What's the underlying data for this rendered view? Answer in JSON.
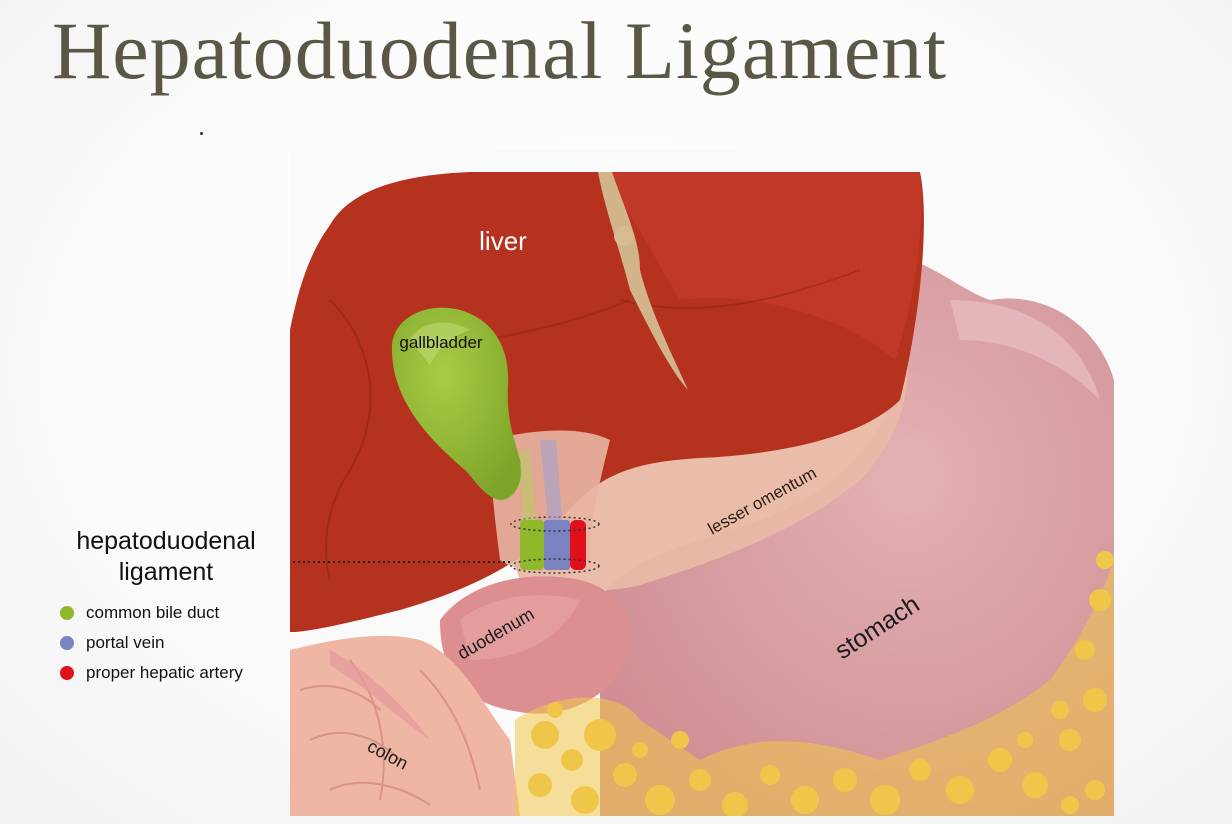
{
  "title": "Hepatoduodenal Ligament",
  "labels": {
    "liver": "liver",
    "gallbladder": "gallbladder",
    "lesser_omentum": "lesser omentum",
    "duodenum": "duodenum",
    "stomach": "stomach",
    "colon": "colon"
  },
  "ligament_label": {
    "line1": "hepatoduodenal",
    "line2": "ligament"
  },
  "legend": [
    {
      "label": "common bile duct",
      "color": "#8fb82a"
    },
    {
      "label": "portal vein",
      "color": "#7a82c0"
    },
    {
      "label": "proper hepatic artery",
      "color": "#e0101a"
    }
  ],
  "colors": {
    "liver": "#b5321f",
    "gallbladder": "#9cc13a",
    "stomach": "#dca0a4",
    "omentum": "#e6b2a0",
    "fat": "#f0c64a",
    "colon": "#efb6a4",
    "title": "#5b5746"
  }
}
